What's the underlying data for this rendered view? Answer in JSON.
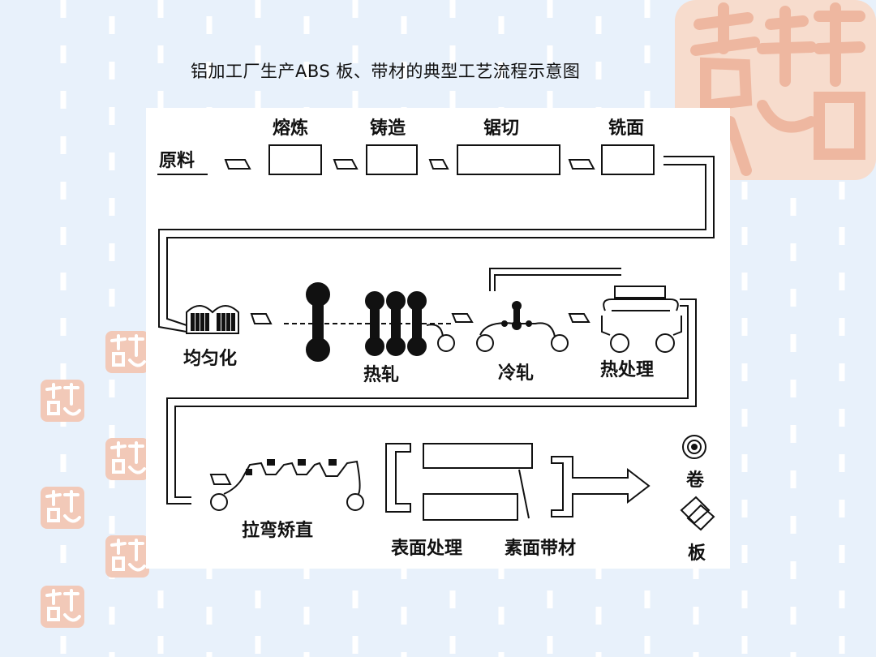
{
  "slide": {
    "title": "铝加工厂生产ABS 板、带材的典型工艺流程示意图"
  },
  "colors": {
    "background": "#e8f1fb",
    "stripe": "#ffffff",
    "seal": "#f2c9b8",
    "diagram_bg": "#ffffff",
    "ink": "#111111"
  },
  "diagram": {
    "raw_material": "原料",
    "row1": {
      "melting": "熔炼",
      "casting": "铸造",
      "sawing": "锯切",
      "milling": "铣面"
    },
    "row2": {
      "homogenizing": "均匀化",
      "hot_rolling": "热轧",
      "cold_rolling": "冷轧",
      "heat_treatment": "热处理"
    },
    "row3": {
      "straightening": "拉弯矫直",
      "surface_treatment": "表面处理",
      "plain_strip": "素面带材"
    },
    "outputs": {
      "coil": "卷",
      "sheet": "板"
    }
  },
  "decor": {
    "seal_icon": "auspicious-seal-icon"
  }
}
